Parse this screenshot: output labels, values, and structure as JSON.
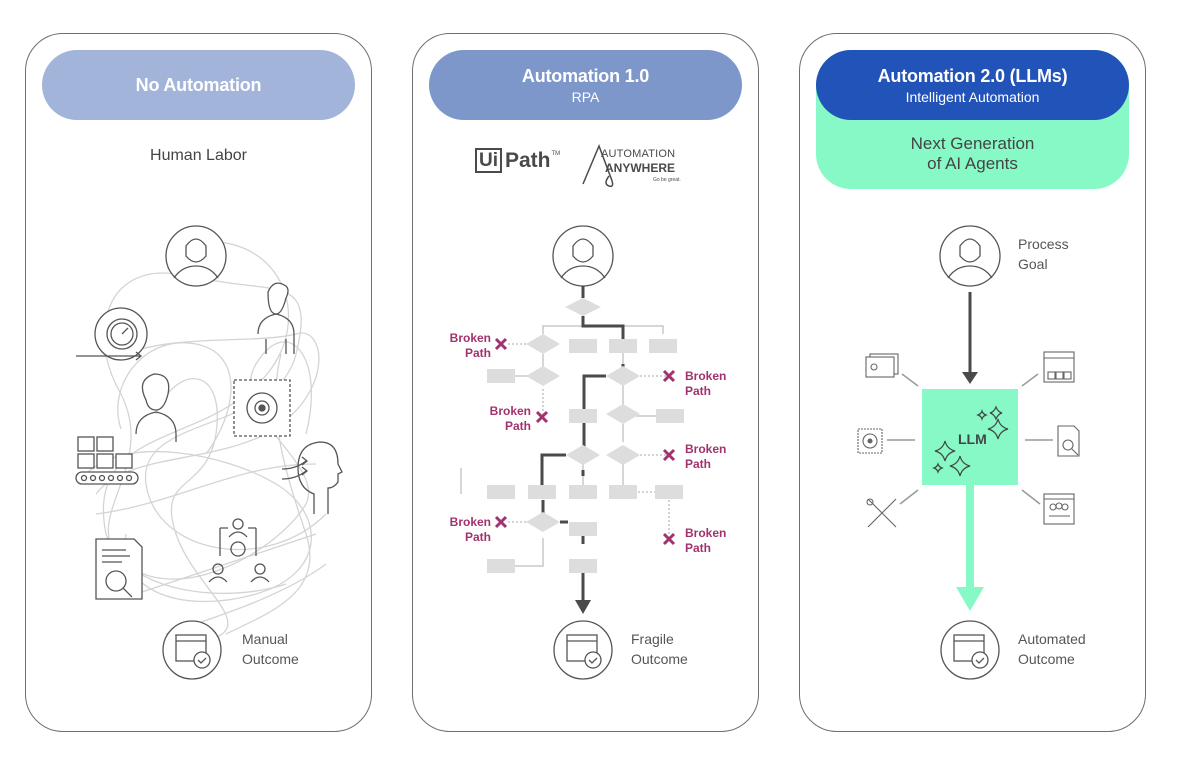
{
  "panels": [
    {
      "id": "no-automation",
      "title": "No Automation",
      "subtitle": "",
      "description": "Human Labor",
      "outcome_label": [
        "Manual",
        "Outcome"
      ],
      "header_color": "#a2b4da"
    },
    {
      "id": "automation-1",
      "title": "Automation 1.0",
      "subtitle": "RPA",
      "logos": {
        "uipath": {
          "box": "Ui",
          "text": "Path",
          "tm": "TM"
        },
        "automation_anywhere": {
          "line1": "AUTOMATION",
          "line2": "ANYWHERE",
          "tagline": "Go be great."
        }
      },
      "broken_path_label": [
        "Broken",
        "Path"
      ],
      "outcome_label": [
        "Fragile",
        "Outcome"
      ],
      "header_color": "#7d97cb",
      "accent_color": "#a2326d"
    },
    {
      "id": "automation-2",
      "title": "Automation 2.0 (LLMs)",
      "subtitle": "Intelligent Automation",
      "tagline": [
        "Next Generation",
        "of AI Agents"
      ],
      "goal_label": [
        "Process",
        "Goal"
      ],
      "core_label": "LLM",
      "outcome_label": [
        "Automated",
        "Outcome"
      ],
      "header_color": "#2253b9",
      "accent_color": "#86f9c6"
    }
  ]
}
